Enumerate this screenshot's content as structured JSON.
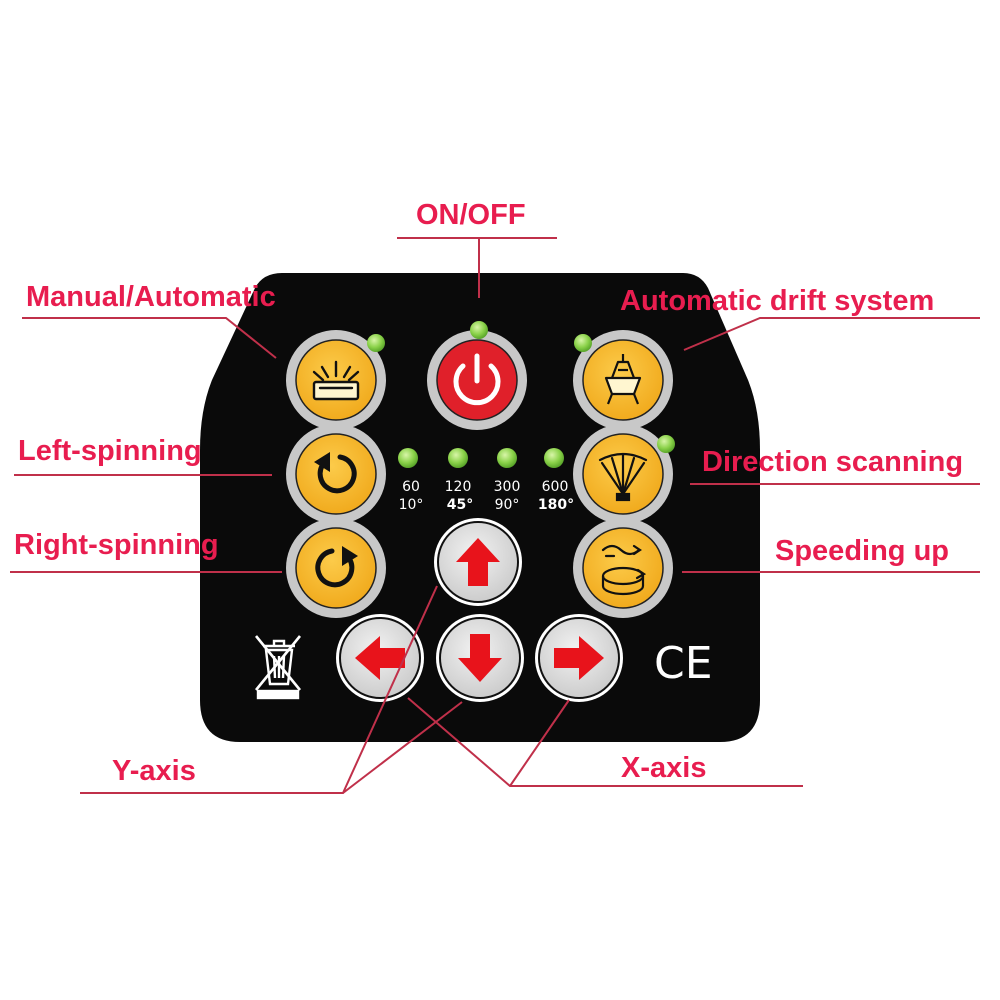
{
  "callouts": {
    "on_off": "ON/OFF",
    "manual_automatic": "Manual/Automatic",
    "automatic_drift_system": "Automatic drift system",
    "left_spinning": "Left-spinning",
    "direction_scanning": "Direction scanning",
    "right_spinning": "Right-spinning",
    "speeding_up": "Speeding up",
    "y_axis": "Y-axis",
    "x_axis": "X-axis"
  },
  "speed_indicators": [
    {
      "top": "60",
      "bottom": "10°",
      "bottom_bold": false
    },
    {
      "top": "120",
      "bottom": "45°",
      "bottom_bold": true
    },
    {
      "top": "300",
      "bottom": "90°",
      "bottom_bold": false
    },
    {
      "top": "600",
      "bottom": "180°",
      "bottom_bold": true
    }
  ],
  "marks": {
    "ce": "CE"
  },
  "icons": {
    "power": "power-icon",
    "manual_automatic": "laser-level-icon",
    "drift": "tilt-sensor-icon",
    "left_spin": "rotate-counterclockwise-icon",
    "right_spin": "rotate-clockwise-icon",
    "scan": "scan-fan-icon",
    "speed": "rotation-speed-icon",
    "arrows": [
      "arrow-up-icon",
      "arrow-down-icon",
      "arrow-left-icon",
      "arrow-right-icon"
    ],
    "disposal": "crossed-bin-icon"
  },
  "colors": {
    "panel": "#0a0a0a",
    "callout_text": "#e81d4f",
    "leader_line": "#c0304a",
    "button_yellow": "#f7b526",
    "button_ring": "#c8c8c8",
    "power_red": "#e0202a",
    "arrow_red": "#e8131b",
    "led_green": "#8bd24a"
  }
}
